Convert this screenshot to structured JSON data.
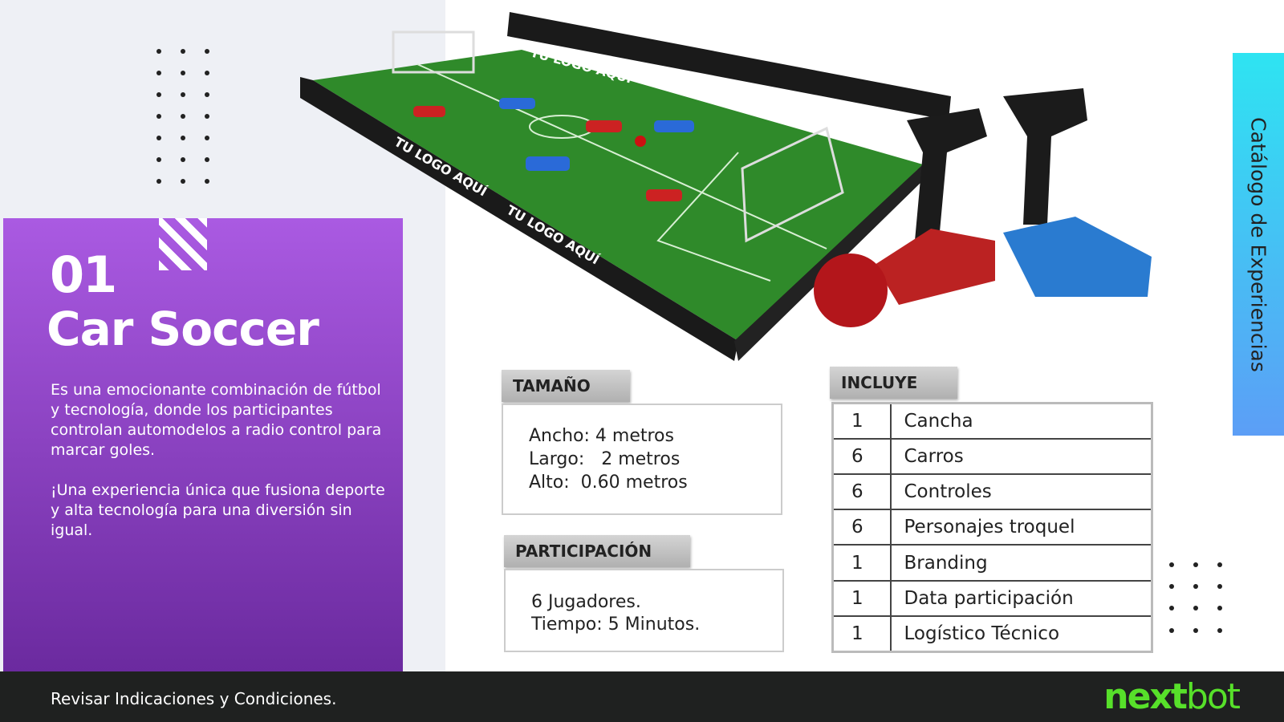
{
  "left": {
    "number": "01",
    "title": "Car Soccer",
    "description": "Es una emocionante combinación de fútbol y tecnología, donde los participantes controlan automodelos a radio control para marcar goles.",
    "tagline": "¡Una experiencia única que fusiona deporte y alta tecnología para una diversión sin igual."
  },
  "image": {
    "banner_text": "TU LOGO AQUÍ"
  },
  "side_tab": "Catálogo de Experiencias",
  "size": {
    "header": "TAMAÑO",
    "lines": [
      "Ancho: 4 metros",
      "Largo:   2 metros",
      "Alto:  0.60 metros"
    ]
  },
  "participation": {
    "header": "PARTICIPACIÓN",
    "lines": [
      "6 Jugadores.",
      "Tiempo: 5 Minutos."
    ]
  },
  "includes": {
    "header": "INCLUYE",
    "rows": [
      {
        "qty": "1",
        "item": "Cancha"
      },
      {
        "qty": "6",
        "item": "Carros"
      },
      {
        "qty": "6",
        "item": "Controles"
      },
      {
        "qty": "6",
        "item": "Personajes troquel"
      },
      {
        "qty": "1",
        "item": "Branding"
      },
      {
        "qty": "1",
        "item": "Data participación"
      },
      {
        "qty": "1",
        "item": "Logístico Técnico"
      }
    ]
  },
  "footer": {
    "note": "Revisar Indicaciones y Condiciones.",
    "logo_bold": "next",
    "logo_light": "bot"
  },
  "colors": {
    "purple_top": "#aa5ae2",
    "purple_bottom": "#6b2a9f",
    "logo_green": "#57e02a",
    "footer_bg": "#1f2120"
  }
}
